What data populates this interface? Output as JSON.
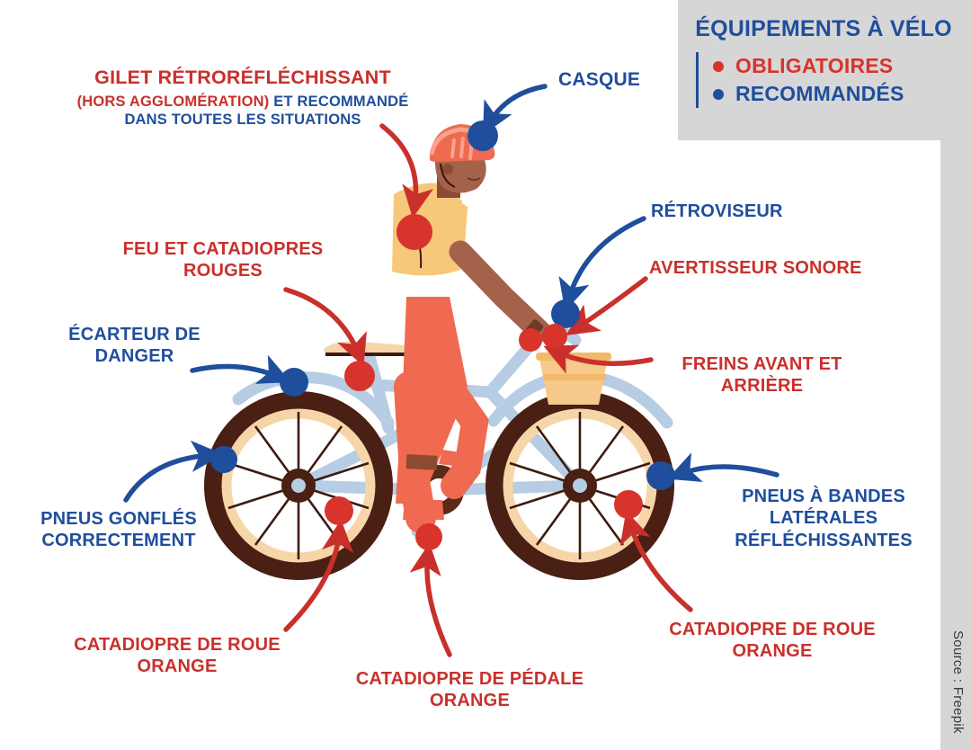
{
  "legend": {
    "title": "ÉQUIPEMENTS À VÉLO",
    "items": [
      {
        "label": "OBLIGATOIRES",
        "color": "#d8342c",
        "marker": "red-bullet-icon"
      },
      {
        "label": "RECOMMANDÉS",
        "color": "#1f4e9c",
        "marker": "blue-bullet-icon"
      }
    ]
  },
  "source": "Source : Freepik",
  "labels": {
    "gilet_main": "GILET RÉTRORÉFLÉCHISSANT",
    "gilet_sub_red": "(HORS AGGLOMÉRATION)",
    "gilet_sub_blue_1": " ET RECOMMANDÉ",
    "gilet_sub_blue_2": "DANS TOUTES LES SITUATIONS",
    "casque": "CASQUE",
    "retroviseur": "RÉTROVISEUR",
    "avertisseur": "AVERTISSEUR SONORE",
    "freins": "FREINS AVANT ET ARRIÈRE",
    "feu": "FEU ET CATADIOPRES ROUGES",
    "ecarteur": "ÉCARTEUR DE DANGER",
    "pneus_gonfles": "PNEUS GONFLÉS CORRECTEMENT",
    "pneus_bandes": "PNEUS À BANDES LATÉRALES RÉFLÉCHISSANTES",
    "catadiopre_roue_droite": "CATADIOPRE DE ROUE ORANGE",
    "catadiopre_roue_gauche": "CATADIOPRE DE ROUE ORANGE",
    "catadiopre_pedale": "CATADIOPRE DE PÉDALE ORANGE"
  },
  "colors": {
    "mandatory_red": "#d8342c",
    "recommended_blue": "#1f4e9c",
    "label_red": "#c9302c",
    "panel_gray": "#d6d6d6",
    "frame_blue": "#b6cde4",
    "wheel_rim": "#4a1f14",
    "wheel_inner": "#f6d6a8",
    "skin": "#a5624a",
    "shirt": "#f7c77a",
    "pants": "#ef6a50",
    "helmet": "#ef6a50"
  }
}
